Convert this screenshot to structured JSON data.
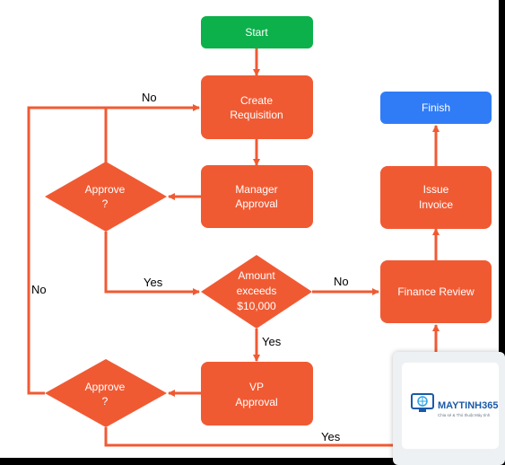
{
  "colors": {
    "process": "#f05a33",
    "start": "#0cb14b",
    "finish": "#2f7cf6",
    "edge": "#f05a33"
  },
  "nodes": {
    "start": "Start",
    "create_requisition": [
      "Create",
      "Requisition"
    ],
    "manager_approval": [
      "Manager",
      "Approval"
    ],
    "approve_1": [
      "Approve",
      "?"
    ],
    "amount_exceeds": [
      "Amount",
      "exceeds",
      "$10,000"
    ],
    "vp_approval": [
      "VP",
      "Approval"
    ],
    "approve_2": [
      "Approve",
      "?"
    ],
    "finance_review": "Finance Review",
    "issue_invoice": [
      "Issue",
      "Invoice"
    ],
    "finish": "Finish"
  },
  "edge_labels": {
    "no_top": "No",
    "no_left": "No",
    "yes_amount": "Yes",
    "no_amount": "No",
    "yes_vp": "Yes",
    "yes_bottom": "Yes"
  },
  "watermark": {
    "name": "MAYTINH365",
    "tagline": "Chia sẻ & Thủ thuật Máy tính",
    "logo_icon": "monitor-globe-icon"
  }
}
